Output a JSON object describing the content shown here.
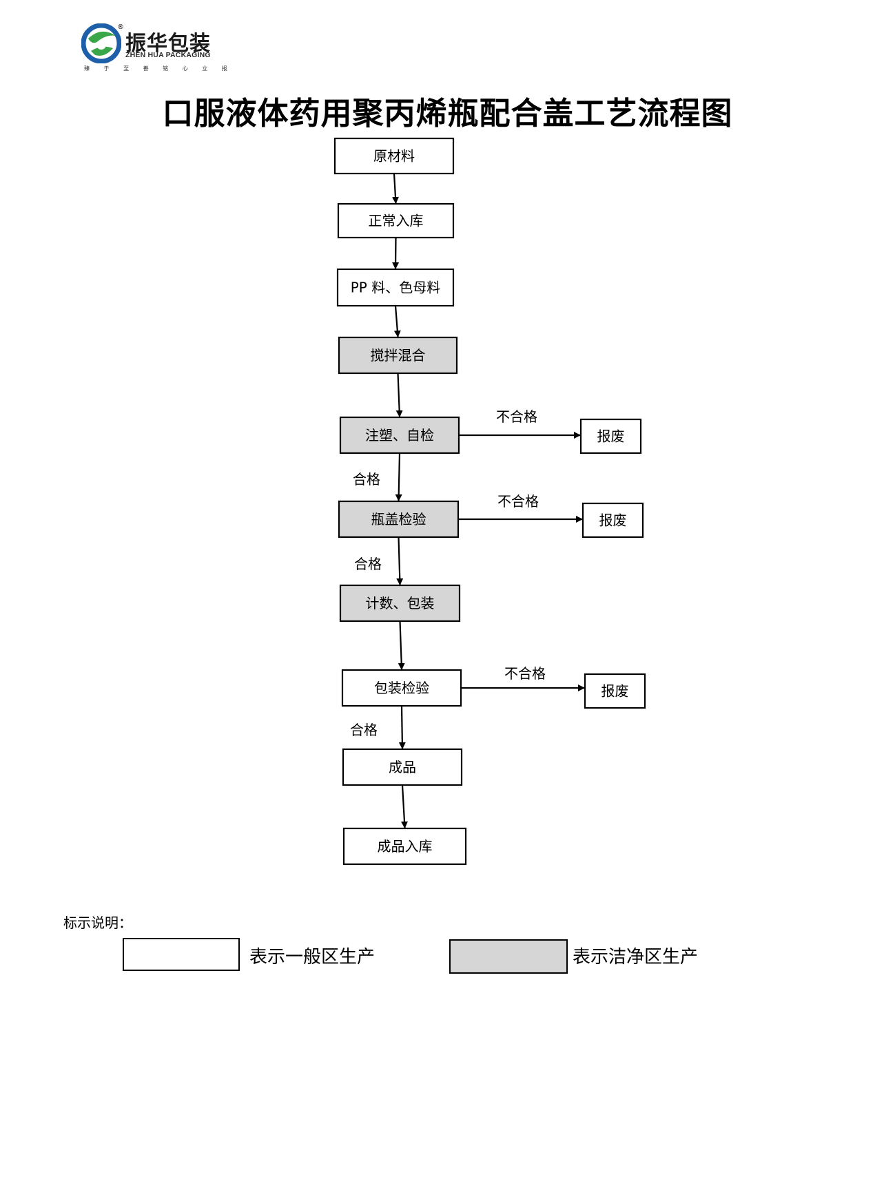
{
  "logo": {
    "brand_cn": "振华包装",
    "brand_en": "ZHEN HUA PACKAGING",
    "slogan": "臻 于 至 善   铭 心 立 报",
    "registered_mark": "®",
    "colors": {
      "green": "#3aa64a",
      "blue": "#1d5fa8"
    }
  },
  "title": "口服液体药用聚丙烯瓶配合盖工艺流程图",
  "colors": {
    "clean_fill": "#d6d6d6",
    "normal_fill": "#ffffff",
    "stroke": "#000000"
  },
  "nodes": [
    {
      "id": "n1",
      "label": "原材料",
      "zone": "normal"
    },
    {
      "id": "n2",
      "label": "正常入库",
      "zone": "normal"
    },
    {
      "id": "n3",
      "label": "PP 料、色母料",
      "zone": "normal"
    },
    {
      "id": "n4",
      "label": "搅拌混合",
      "zone": "clean"
    },
    {
      "id": "n5",
      "label": "注塑、自检",
      "zone": "clean"
    },
    {
      "id": "n6",
      "label": "瓶盖检验",
      "zone": "clean"
    },
    {
      "id": "n7",
      "label": "计数、包装",
      "zone": "clean"
    },
    {
      "id": "n8",
      "label": "包装检验",
      "zone": "normal"
    },
    {
      "id": "n9",
      "label": "成品",
      "zone": "normal"
    },
    {
      "id": "n10",
      "label": "成品入库",
      "zone": "normal"
    },
    {
      "id": "s1",
      "label": "报废",
      "zone": "normal"
    },
    {
      "id": "s2",
      "label": "报废",
      "zone": "normal"
    },
    {
      "id": "s3",
      "label": "报废",
      "zone": "normal"
    }
  ],
  "edges": [
    {
      "from": "n1",
      "to": "n2",
      "label": ""
    },
    {
      "from": "n2",
      "to": "n3",
      "label": ""
    },
    {
      "from": "n3",
      "to": "n4",
      "label": ""
    },
    {
      "from": "n4",
      "to": "n5",
      "label": ""
    },
    {
      "from": "n5",
      "to": "n6",
      "label": "合格"
    },
    {
      "from": "n6",
      "to": "n7",
      "label": "合格"
    },
    {
      "from": "n7",
      "to": "n8",
      "label": ""
    },
    {
      "from": "n8",
      "to": "n9",
      "label": "合格"
    },
    {
      "from": "n9",
      "to": "n10",
      "label": ""
    },
    {
      "from": "n5",
      "to": "s1",
      "label": "不合格"
    },
    {
      "from": "n6",
      "to": "s2",
      "label": "不合格"
    },
    {
      "from": "n8",
      "to": "s3",
      "label": "不合格"
    }
  ],
  "legend": {
    "title": "标示说明：",
    "normal_label": "表示一般区生产",
    "clean_label": "表示洁净区生产"
  }
}
